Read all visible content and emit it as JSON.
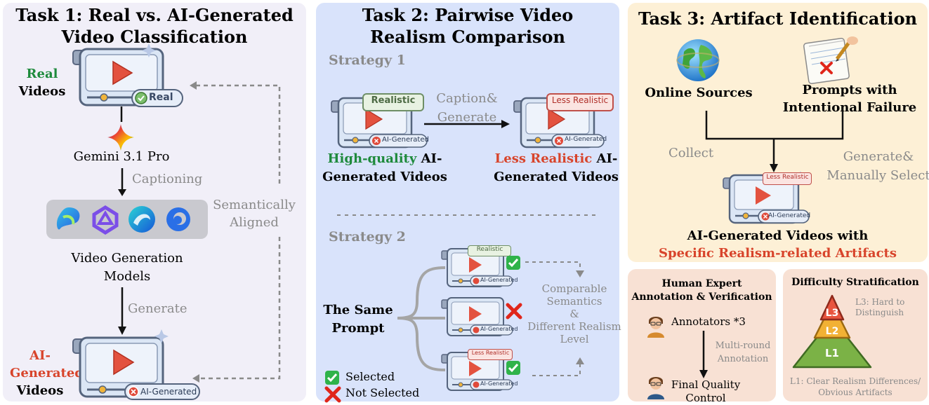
{
  "task1": {
    "title_line1": "Task 1: Real vs. AI-Generated",
    "title_line2": "Video Classification",
    "real_label_colored": "Real",
    "real_label_rest": "Videos",
    "real_badge": "Real",
    "gemini_label": "Gemini 3.1 Pro",
    "captioning": "Captioning",
    "models_line1": "Video Generation",
    "models_line2": "Models",
    "generate": "Generate",
    "ai_label_line1": "AI-",
    "ai_label_line2": "Generated",
    "ai_label_line3": "Videos",
    "ai_badge": "AI-Generated",
    "aligned_line1": "Semantically",
    "aligned_line2": "Aligned"
  },
  "task2": {
    "title_line1": "Task 2: Pairwise Video",
    "title_line2": "Realism Comparison",
    "strategy1": "Strategy 1",
    "strategy2": "Strategy 2",
    "realistic_tag": "Realistic",
    "less_realistic_tag": "Less Realistic",
    "ai_badge": "AI-Generated",
    "caption_line1": "Caption&",
    "caption_line2": "Generate",
    "hq_colored": "High-quality",
    "hq_rest": " AI-",
    "hq_line2": "Generated Videos",
    "lr_colored": "Less Realistic",
    "lr_rest": " AI-",
    "lr_line2": "Generated Videos",
    "same_prompt_line1": "The Same",
    "same_prompt_line2": "Prompt",
    "comparable_line1": "Comparable",
    "comparable_line2": "Semantics",
    "comparable_line3": "&",
    "comparable_line4": "Different Realism",
    "comparable_line5": "Level",
    "selected": "Selected",
    "not_selected": "Not Selected"
  },
  "task3": {
    "title": "Task 3: Artifact Identification",
    "online_sources": "Online Sources",
    "prompts_line1": "Prompts with",
    "prompts_line2": "Intentional Failure",
    "collect": "Collect",
    "generate_line1": "Generate&",
    "generate_line2": "Manually Select",
    "less_realistic_tag": "Less Realistic",
    "ai_badge": "AI-Generated",
    "result_line1": "AI-Generated Videos with",
    "result_line2": "Specific Realism-related Artifacts"
  },
  "annotation": {
    "title_line1": "Human Expert",
    "title_line2": "Annotation & Verification",
    "annotators": "Annotators *3",
    "multiround_line1": "Multi-round",
    "multiround_line2": "Annotation",
    "final_line1": "Final Quality",
    "final_line2": "Control"
  },
  "difficulty": {
    "title": "Difficulty Stratification",
    "l3": "L3",
    "l2": "L2",
    "l1": "L1",
    "l3_desc_line1": "L3: Hard to",
    "l3_desc_line2": "Distinguish",
    "l1_desc_line1": "L1: Clear Realism Differences/",
    "l1_desc_line2": "Obvious Artifacts"
  },
  "colors": {
    "panel1_bg": "#f1eff8",
    "panel2_bg": "#d9e3fb",
    "panel3_bg": "#fdf0d6",
    "panel4_bg": "#f8e1d4",
    "green": "#1e8a3c",
    "red": "#d8442b"
  }
}
